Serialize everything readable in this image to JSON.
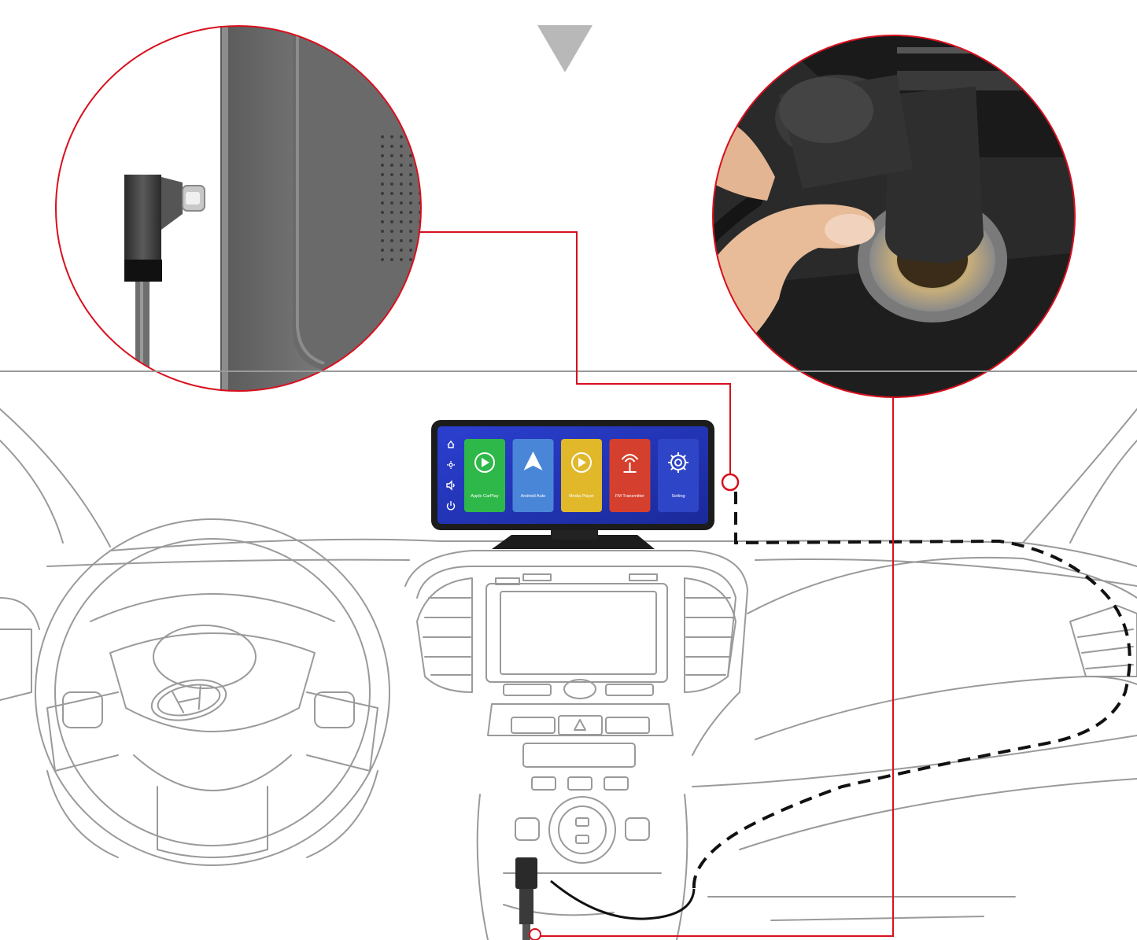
{
  "device_screen": {
    "apps": [
      {
        "label": "Apple CarPlay",
        "icon": "carplay-icon",
        "color": "#2fb84a"
      },
      {
        "label": "Android Auto",
        "icon": "android-auto-icon",
        "color": "#4a86d8"
      },
      {
        "label": "Media Player",
        "icon": "media-player-icon",
        "color": "#e0b82a"
      },
      {
        "label": "FM Transmitter",
        "icon": "fm-transmitter-icon",
        "color": "#d5402e"
      },
      {
        "label": "Setting",
        "icon": "setting-gear-icon",
        "color": "#2f45c8"
      }
    ],
    "side_icons": [
      "home-icon",
      "brightness-icon",
      "volume-icon",
      "power-icon"
    ]
  },
  "steering_wheel": {
    "logo": "hyundai-logo"
  },
  "colors": {
    "connector_line": "#d8101e",
    "dashed_cable": "#111111",
    "line_drawing": "#9a9a9a",
    "device_body": "#1c1c1c",
    "screen_bg": "#2a3fc8"
  }
}
